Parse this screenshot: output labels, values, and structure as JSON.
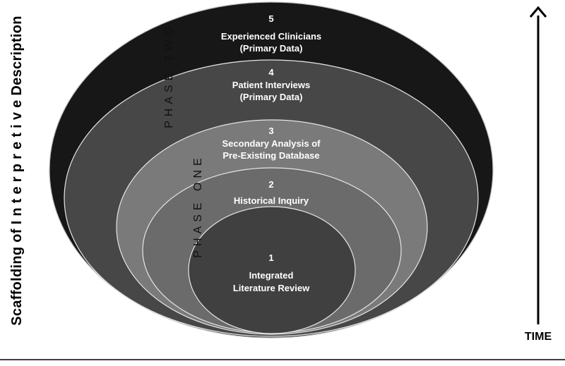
{
  "diagram": {
    "side_label": "Scaffolding of I n t e r p r e t i v e  Description",
    "time_label": "TIME",
    "phases": {
      "two": "PHASE TWO",
      "one": "PHASE ONE"
    },
    "rings": [
      {
        "number": "5",
        "line1": "Experienced Clinicians",
        "line2": "(Primary Data)"
      },
      {
        "number": "4",
        "line1": "Patient Interviews",
        "line2": "(Primary Data)"
      },
      {
        "number": "3",
        "line1": "Secondary Analysis of",
        "line2": "Pre-Existing Database"
      },
      {
        "number": "2",
        "line1": "Historical Inquiry",
        "line2": ""
      },
      {
        "number": "1",
        "line1": "Integrated",
        "line2": "Literature Review"
      }
    ],
    "colors": {
      "ring5": "#171717",
      "ring4": "#474747",
      "ring3": "#7a7a7a",
      "ring2": "#6b6b6b",
      "ring1": "#404040",
      "ring_stroke": "#e6e6e6"
    }
  }
}
